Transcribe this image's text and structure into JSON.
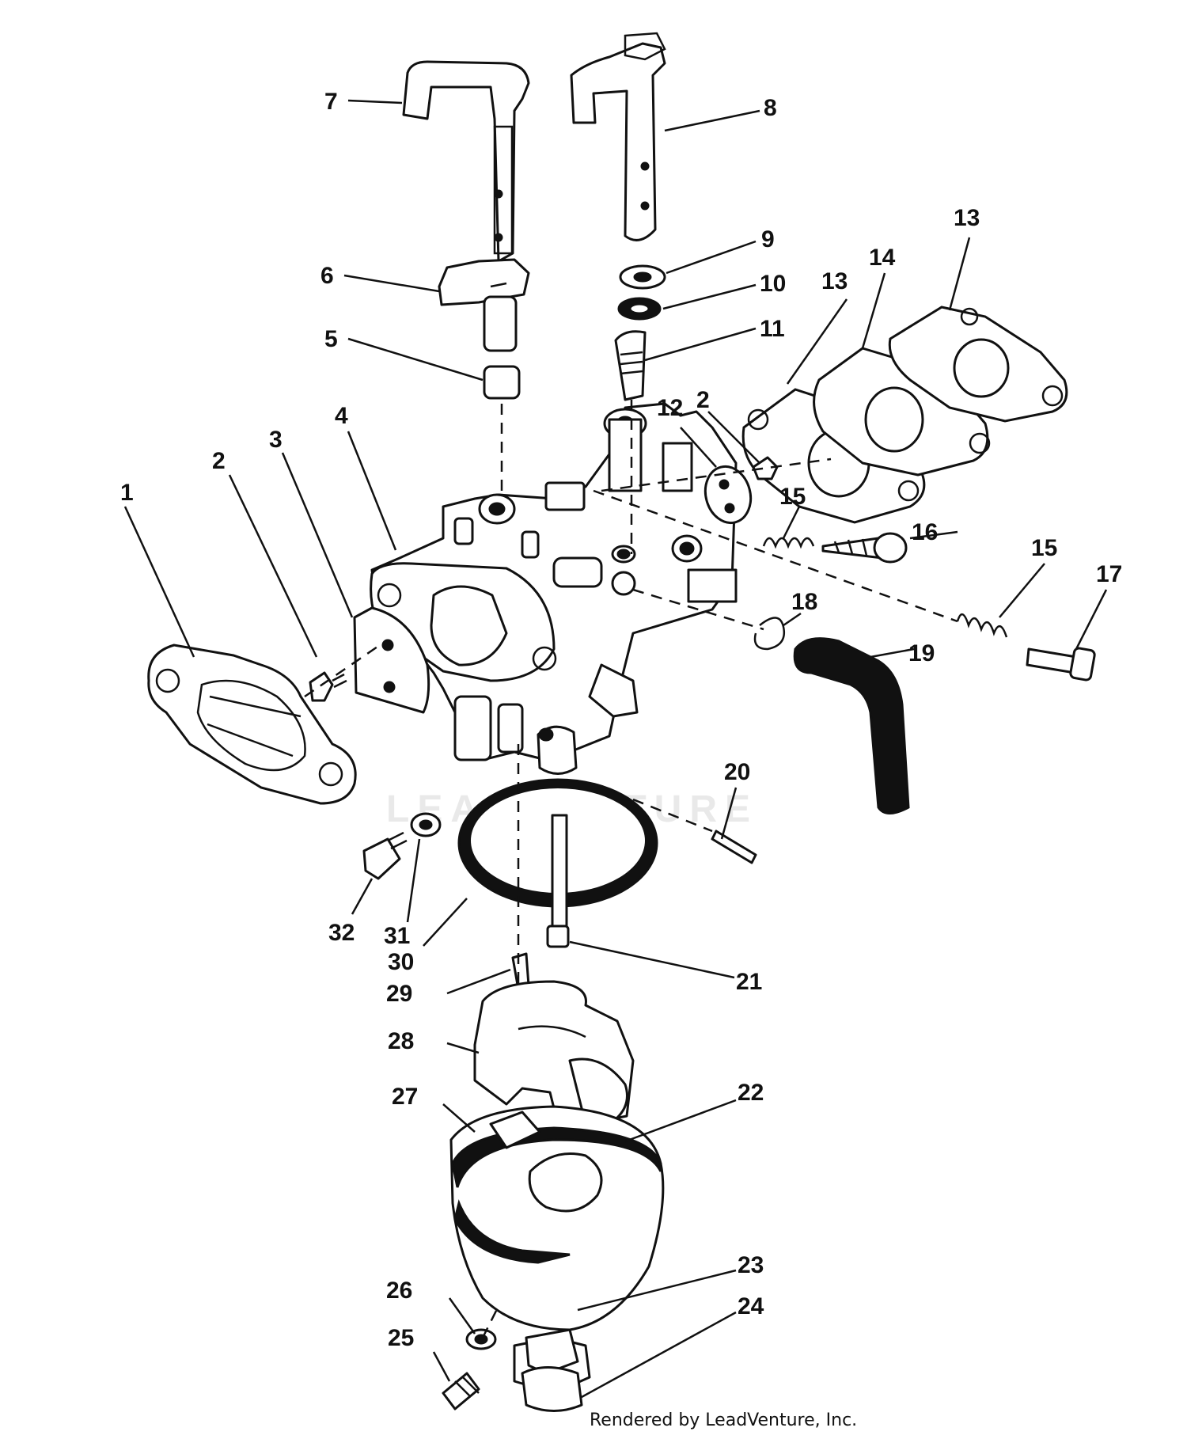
{
  "watermark": "LEADVENTURE",
  "footer": "Rendered by LeadVenture, Inc.",
  "colors": {
    "ink": "#111111",
    "paper": "#ffffff",
    "watermark": "#e9e9e9"
  },
  "callouts": [
    "1",
    "2",
    "3",
    "4",
    "5",
    "6",
    "7",
    "8",
    "9",
    "10",
    "11",
    "12",
    "13",
    "14",
    "15",
    "16",
    "17",
    "18",
    "19",
    "20",
    "21",
    "22",
    "23",
    "24",
    "25",
    "26",
    "27",
    "28",
    "29",
    "30",
    "31",
    "32"
  ],
  "labels": {
    "l1": "1",
    "l2a": "2",
    "l2b": "2",
    "l3": "3",
    "l4": "4",
    "l5": "5",
    "l6": "6",
    "l7": "7",
    "l8": "8",
    "l9": "9",
    "l10": "10",
    "l11": "11",
    "l12": "12",
    "l13a": "13",
    "l13b": "13",
    "l14": "14",
    "l15a": "15",
    "l15b": "15",
    "l16": "16",
    "l17": "17",
    "l18": "18",
    "l19": "19",
    "l20": "20",
    "l21": "21",
    "l22": "22",
    "l23": "23",
    "l24": "24",
    "l25": "25",
    "l26": "26",
    "l27": "27",
    "l28": "28",
    "l29": "29",
    "l30": "30",
    "l31": "31",
    "l32": "32"
  }
}
